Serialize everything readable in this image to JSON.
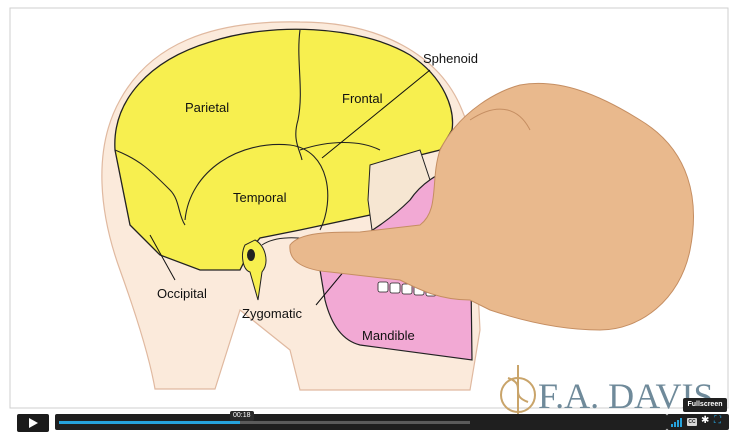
{
  "video": {
    "labels": {
      "sphenoid": "Sphenoid",
      "parietal": "Parietal",
      "frontal": "Frontal",
      "temporal": "Temporal",
      "occipital": "Occipital",
      "zygomatic": "Zygomatic",
      "mandible": "Mandible"
    },
    "brand": "F.A. DAVIS"
  },
  "player": {
    "current_time": "00:18",
    "progress_fraction": 0.3,
    "buffered_fraction": 0.68,
    "fullscreen_tooltip": "Fullscreen",
    "cc_label": "CC"
  },
  "colors": {
    "skull_yellow": "#f7ef4f",
    "mandible_pink": "#f2a9d4",
    "skin_beige": "#fbeadb",
    "player_accent": "#26a3dc",
    "controls_bg": "#1f1f1f"
  },
  "icons": [
    "play-icon",
    "volume-icon",
    "captions-icon",
    "gear-icon",
    "fullscreen-icon",
    "caduceus-icon"
  ]
}
